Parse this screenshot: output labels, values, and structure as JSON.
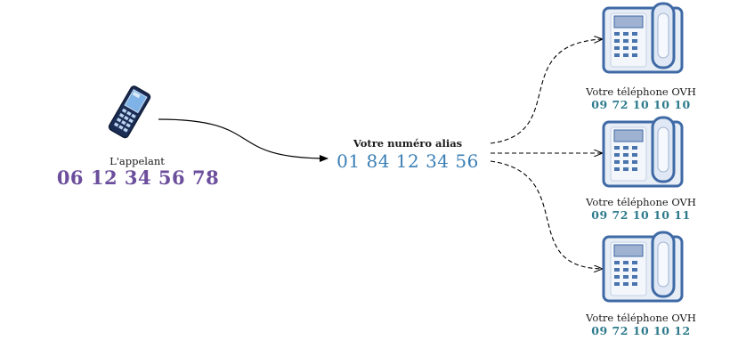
{
  "caller": {
    "label": "L'appelant",
    "number": "06 12 34 56 78",
    "icon": "mobile-phone-icon"
  },
  "alias": {
    "label": "Votre numéro alias",
    "number": "01 84 12 34 56"
  },
  "phones": [
    {
      "label": "Votre téléphone OVH",
      "number": "09 72 10 10 10",
      "icon": "desk-phone-icon"
    },
    {
      "label": "Votre téléphone OVH",
      "number": "09 72 10 10 11",
      "icon": "desk-phone-icon"
    },
    {
      "label": "Votre téléphone OVH",
      "number": "09 72 10 10 12",
      "icon": "desk-phone-icon"
    }
  ],
  "colors": {
    "caller_number": "#6b4e9c",
    "alias_number": "#3b7fb5",
    "phone_number": "#2e7a8c",
    "phone_body": "#3f6aa6",
    "phone_fill": "#e8eef6"
  }
}
